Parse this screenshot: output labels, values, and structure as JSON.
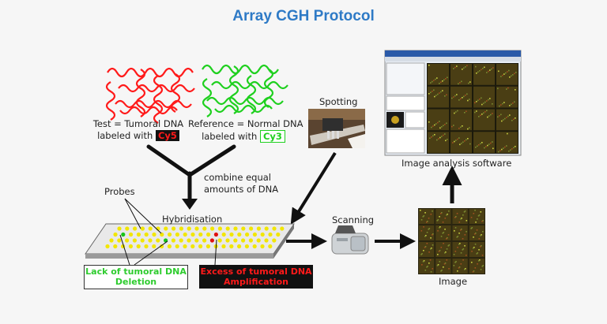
{
  "title": "Array CGH Protocol",
  "test_dna": {
    "line1": "Test = Tumoral DNA",
    "line2": "labeled with",
    "dye": "Cy5"
  },
  "reference_dna": {
    "line1": "Reference = Normal DNA",
    "line2": "labeled with",
    "dye": "Cy3"
  },
  "combine": {
    "line1": "combine equal",
    "line2": "amounts of DNA"
  },
  "steps": {
    "spotting": "Spotting",
    "hybridisation": "Hybridisation",
    "scanning": "Scanning",
    "image": "Image",
    "image_software": "Image analysis software"
  },
  "probes": "Probes",
  "deletion": {
    "line1": "Lack of tumoral DNA",
    "line2": "Deletion"
  },
  "amplification": {
    "line1": "Excess of tumoral DNA",
    "line2": "Amplification"
  },
  "colors": {
    "title": "#2e7ac6",
    "cy5": "#ff1a1a",
    "cy3": "#1fd01f",
    "probe": "#f2e600"
  }
}
